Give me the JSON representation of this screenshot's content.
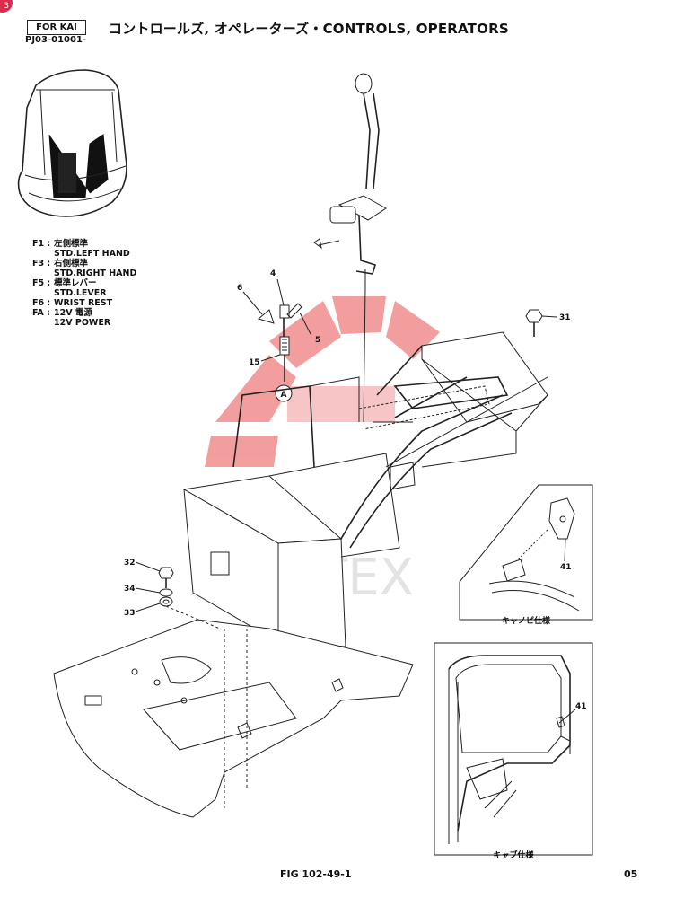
{
  "header": {
    "tag": "FOR KAI",
    "model_code": "PJ03-01001-",
    "title": "コントロールズ, オペレーターズ・CONTROLS, OPERATORS"
  },
  "legend": [
    {
      "code": "F1 :",
      "lines": [
        "左側標準",
        "STD.LEFT HAND"
      ]
    },
    {
      "code": "F3 :",
      "lines": [
        "右側標準",
        "STD.RIGHT HAND"
      ]
    },
    {
      "code": "F5 :",
      "lines": [
        "標準レバー",
        "STD.LEVER"
      ]
    },
    {
      "code": "F6 :",
      "lines": [
        "WRIST REST"
      ]
    },
    {
      "code": "FA :",
      "lines": [
        "12V 電源",
        "12V POWER"
      ]
    }
  ],
  "callouts": {
    "c4": "4",
    "c5": "5",
    "c6": "6",
    "c15": "15",
    "cA": "A",
    "c31": "31",
    "c32": "32",
    "c34": "34",
    "c33": "33",
    "c41a": "41",
    "c41b": "41"
  },
  "insets": {
    "canopy_caption": "キャノピ仕様",
    "cab_caption": "キャブ仕様"
  },
  "watermark": "ИНТЕХ",
  "footer": {
    "figure": "FIG 102-49-1",
    "page": "05"
  },
  "colors": {
    "watermark": "#e8504f",
    "corner_badge": "#e02a4c"
  }
}
